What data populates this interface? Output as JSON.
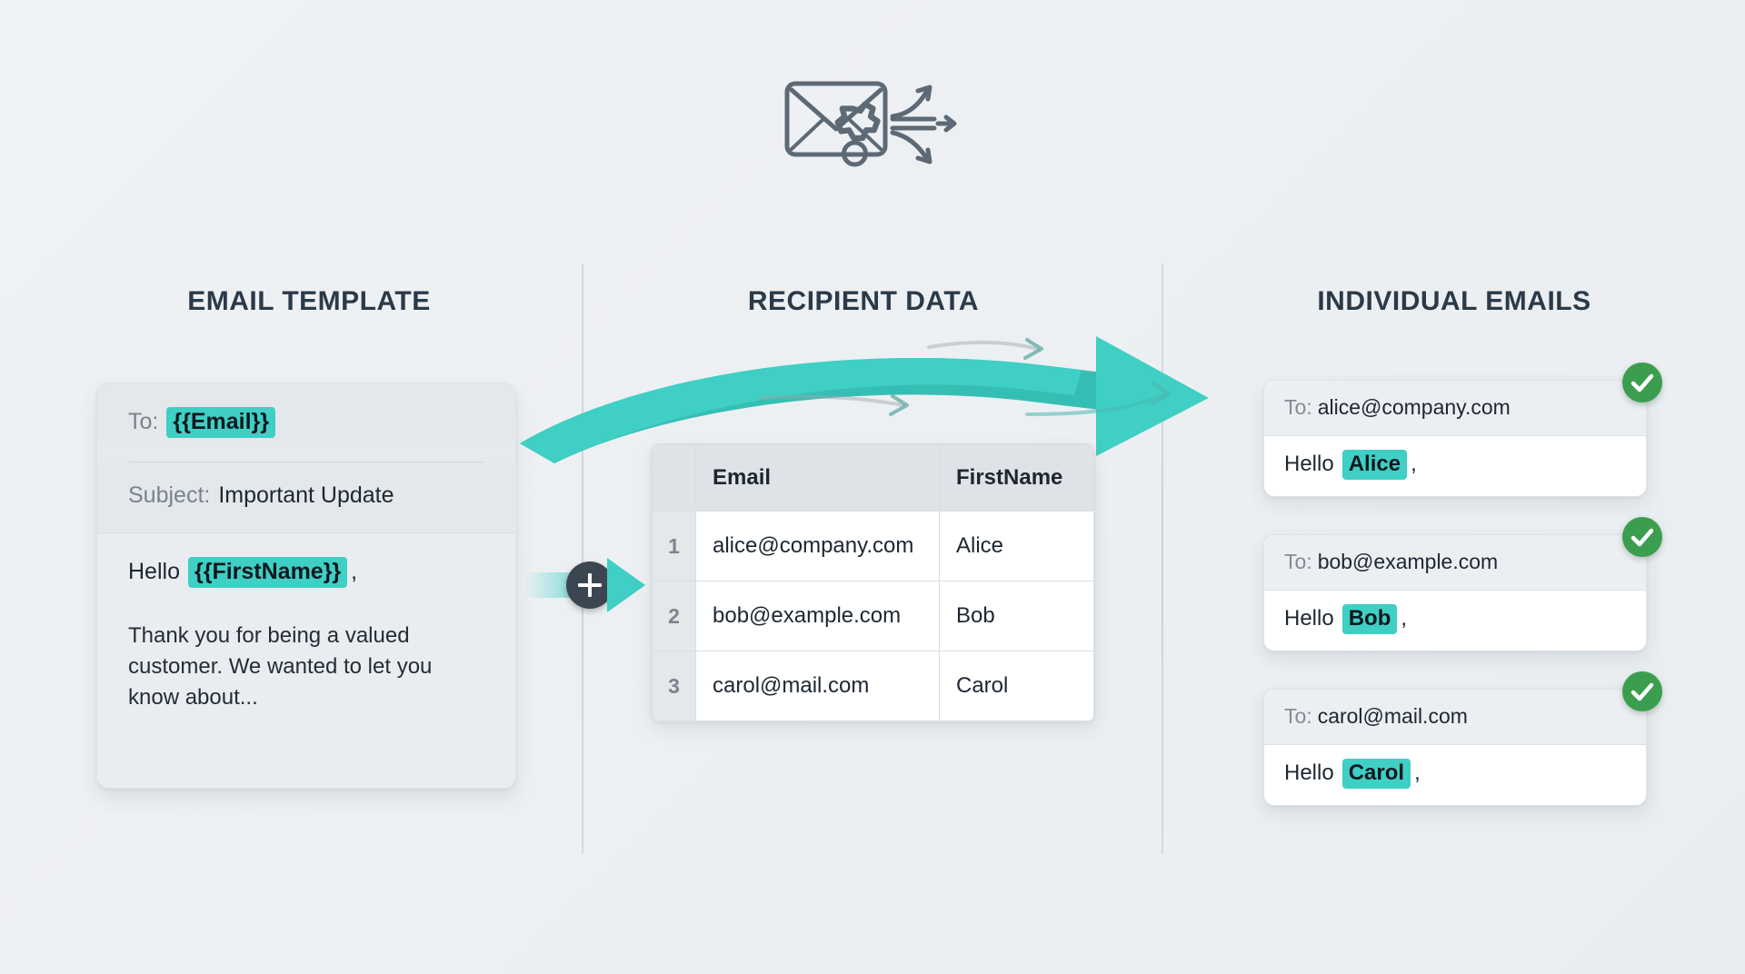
{
  "header": {
    "icon": "envelope-gear-arrows-icon"
  },
  "columns": {
    "template_title": "EMAIL TEMPLATE",
    "recipient_title": "RECIPIENT DATA",
    "emails_title": "INDIVIDUAL EMAILS"
  },
  "template_card": {
    "to_label": "To:",
    "to_token": "{{Email}}",
    "subject_label": "Subject:",
    "subject_value": "Important Update",
    "greeting_pre": "Hello",
    "greeting_token": "{{FirstName}}",
    "greeting_comma": ",",
    "paragraph": "Thank you for being a valued customer. We wanted to let you know about..."
  },
  "merge_node": {
    "plus_label": "+",
    "icon": "plus-circle-icon",
    "arrow_icon": "arrow-right-icon"
  },
  "flow": {
    "arrow_icon": "curved-arrow-right-icon"
  },
  "recipient_table": {
    "columns": [
      "",
      "Email",
      "FirstName"
    ],
    "rows": [
      {
        "index": "1",
        "email": "alice@company.com",
        "first_name": "Alice"
      },
      {
        "index": "2",
        "email": "bob@example.com",
        "first_name": "Bob"
      },
      {
        "index": "3",
        "email": "carol@mail.com",
        "first_name": "Carol"
      }
    ]
  },
  "individual_emails": {
    "to_label": "To:",
    "greeting_pre": "Hello",
    "greeting_comma": ",",
    "status_icon": "check-circle-icon",
    "cards": [
      {
        "to": "alice@company.com",
        "name": "Alice"
      },
      {
        "to": "bob@example.com",
        "name": "Bob"
      },
      {
        "to": "carol@mail.com",
        "name": "Carol"
      }
    ]
  },
  "colors": {
    "accent_teal": "#3fcfc4",
    "success_green": "#3b9e4f",
    "title_navy": "#2b3a48",
    "background": "#eef1f4",
    "node_dark": "#3c4650"
  }
}
